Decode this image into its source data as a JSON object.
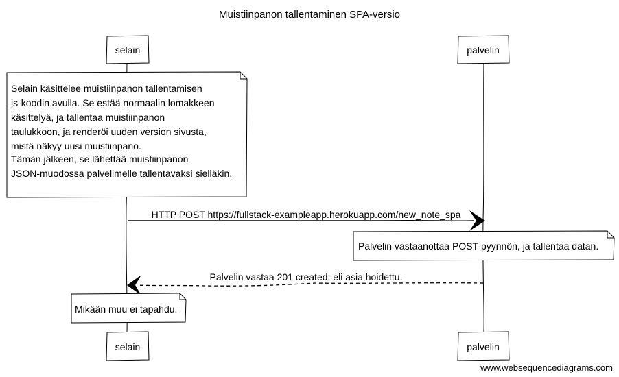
{
  "title": "Muistiinpanon tallentaminen SPA-versio",
  "participants": {
    "selain": "selain",
    "palvelin": "palvelin"
  },
  "notes": {
    "selain_note": [
      "Selain käsittelee muistiinpanon tallentamisen",
      "js-koodin avulla. Se estää normaalin lomakkeen",
      "käsittelyä, ja tallentaa muistiinpanon",
      "taulukkoon, ja renderöi uuden version sivusta,",
      "mistä näkyy uusi muistiinpano.",
      "",
      "Tämän jälkeen, se lähettää muistiinpanon",
      "JSON-muodossa palvelimelle tallentavaksi sielläkin."
    ],
    "palvelin_note": "Palvelin vastaanottaa POST-pyynnön, ja tallentaa datan.",
    "selain_note_2": "Mikään muu ei tapahdu."
  },
  "messages": {
    "request": "HTTP POST https://fullstack-exampleapp.herokuapp.com/new_note_spa",
    "response": "Palvelin vastaa 201 created, eli asia hoidettu."
  },
  "watermark": "www.websequencediagrams.com"
}
